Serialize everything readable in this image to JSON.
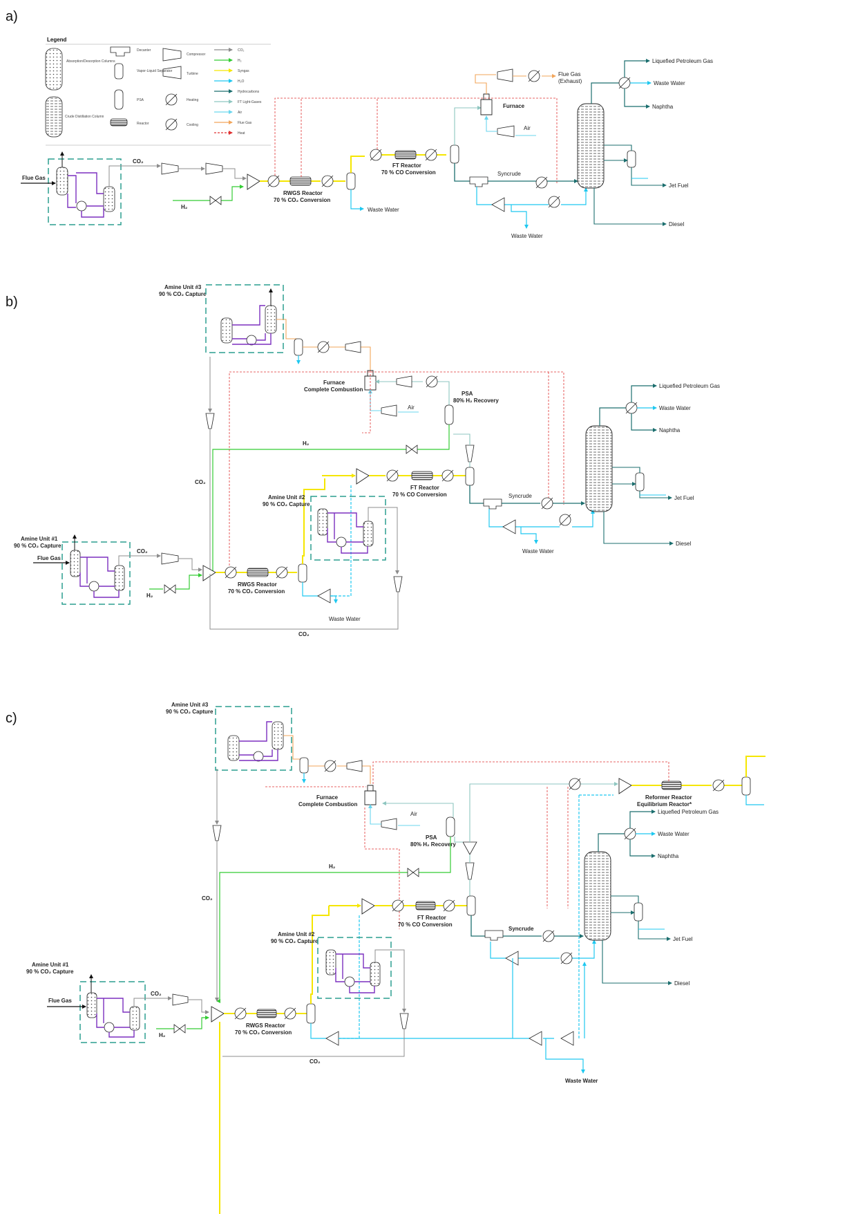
{
  "colors": {
    "co2": "#8c8c8c",
    "h2": "#33cc33",
    "syngas": "#f5e600",
    "h2o": "#1ec8f0",
    "hydrocarbons": "#1b6e6e",
    "light_gases": "#8ec6c0",
    "air": "#6ad6ee",
    "flue_gas": "#f2a55a",
    "heat": "#e03030",
    "amine": "#7b2fbf",
    "box": "#2a9d8f"
  },
  "panel_labels": [
    "a)",
    "b)",
    "c)"
  ],
  "legend": {
    "title": "Legend",
    "equipment": [
      {
        "label": "Absorption/Desorption Columns"
      },
      {
        "label": "Crude Distillation Column"
      },
      {
        "label": "Decanter"
      },
      {
        "label": "Vapor-Liquid Separator"
      },
      {
        "label": "PSA"
      },
      {
        "label": "Reactor"
      },
      {
        "label": "Compressor"
      },
      {
        "label": "Turbine"
      },
      {
        "label": "Heating"
      },
      {
        "label": "Cooling"
      }
    ],
    "streams": [
      {
        "label": "CO₂",
        "color": "#8c8c8c",
        "dashed": false
      },
      {
        "label": "H₂",
        "color": "#33cc33",
        "dashed": false
      },
      {
        "label": "Syngas",
        "color": "#f5e600",
        "dashed": false
      },
      {
        "label": "H₂O",
        "color": "#1ec8f0",
        "dashed": false
      },
      {
        "label": "Hydrocarbons",
        "color": "#1b6e6e",
        "dashed": false
      },
      {
        "label": "FT Light-Gases",
        "color": "#8ec6c0",
        "dashed": false
      },
      {
        "label": "Air",
        "color": "#6ad6ee",
        "dashed": false
      },
      {
        "label": "Flue Gas",
        "color": "#f2a55a",
        "dashed": false
      },
      {
        "label": "Heat",
        "color": "#e03030",
        "dashed": true
      }
    ]
  },
  "a": {
    "flue_gas": "Flue Gas",
    "co2": "CO₂",
    "h2": "H₂",
    "rwgs_1": "RWGS Reactor",
    "rwgs_2": "70 % CO₂ Conversion",
    "ft_1": "FT Reactor",
    "ft_2": "70 % CO Conversion",
    "furnace": "Furnace",
    "air": "Air",
    "flue_out_1": "Flue Gas",
    "flue_out_2": "(Exhaust)",
    "syncrude": "Syncrude",
    "waste_water": "Waste Water",
    "waste_water_2": "Waste Water",
    "lpg": "Liquefied Petroleum Gas",
    "waste_water_top": "Waste Water",
    "naphtha": "Naphtha",
    "jet_fuel": "Jet Fuel",
    "diesel": "Diesel"
  },
  "b": {
    "amine3_1": "Amine Unit #3",
    "amine3_2": "90 % CO₂ Capture",
    "furnace_1": "Furnace",
    "furnace_2": "Complete Combustion",
    "air": "Air",
    "psa_1": "PSA",
    "psa_2": "80% H₂ Recovery",
    "h2": "H₂",
    "co2_left": "CO₂",
    "ft_1": "FT Reactor",
    "ft_2": "70 % CO Conversion",
    "amine2_1": "Amine Unit #2",
    "amine2_2": "90 % CO₂ Capture",
    "syncrude": "Syncrude",
    "waste_water_mid": "Waste Water",
    "amine1_1": "Amine Unit #1",
    "amine1_2": "90 % CO₂ Capture",
    "flue_gas": "Flue Gas",
    "co2_in": "CO₂",
    "h2_in": "H₂",
    "rwgs_1": "RWGS Reactor",
    "rwgs_2": "70 % CO₂ Conversion",
    "waste_water_low": "Waste Water",
    "co2_bottom": "CO₂",
    "lpg": "Liquefied Petroleum Gas",
    "waste_water_top": "Waste Water",
    "naphtha": "Naphtha",
    "jet_fuel": "Jet Fuel",
    "diesel": "Diesel"
  },
  "c": {
    "amine3_1": "Amine Unit #3",
    "amine3_2": "90 % CO₂ Capture",
    "furnace_1": "Furnace",
    "furnace_2": "Complete Combustion",
    "air": "Air",
    "psa_1": "PSA",
    "psa_2": "80% H₂ Recovery",
    "reformer_1": "Reformer Reactor",
    "reformer_2": "Equilibrium Reactor*",
    "h2": "H₂",
    "co2_left": "CO₂",
    "ft_1": "FT Reactor",
    "ft_2": "70 % CO Conversion",
    "amine2_1": "Amine Unit #2",
    "amine2_2": "90 % CO₂ Capture",
    "syncrude": "Syncrude",
    "amine1_1": "Amine Unit #1",
    "amine1_2": "90 % CO₂ Capture",
    "flue_gas": "Flue Gas",
    "co2_in": "CO₂",
    "h2_in": "H₂",
    "rwgs_1": "RWGS Reactor",
    "rwgs_2": "70 % CO₂ Conversion",
    "co2_bottom": "CO₂",
    "waste_water": "Waste Water",
    "lpg": "Liquefied Petroleum Gas",
    "waste_water_top": "Waste Water",
    "naphtha": "Naphtha",
    "jet_fuel": "Jet Fuel",
    "diesel": "Diesel"
  }
}
